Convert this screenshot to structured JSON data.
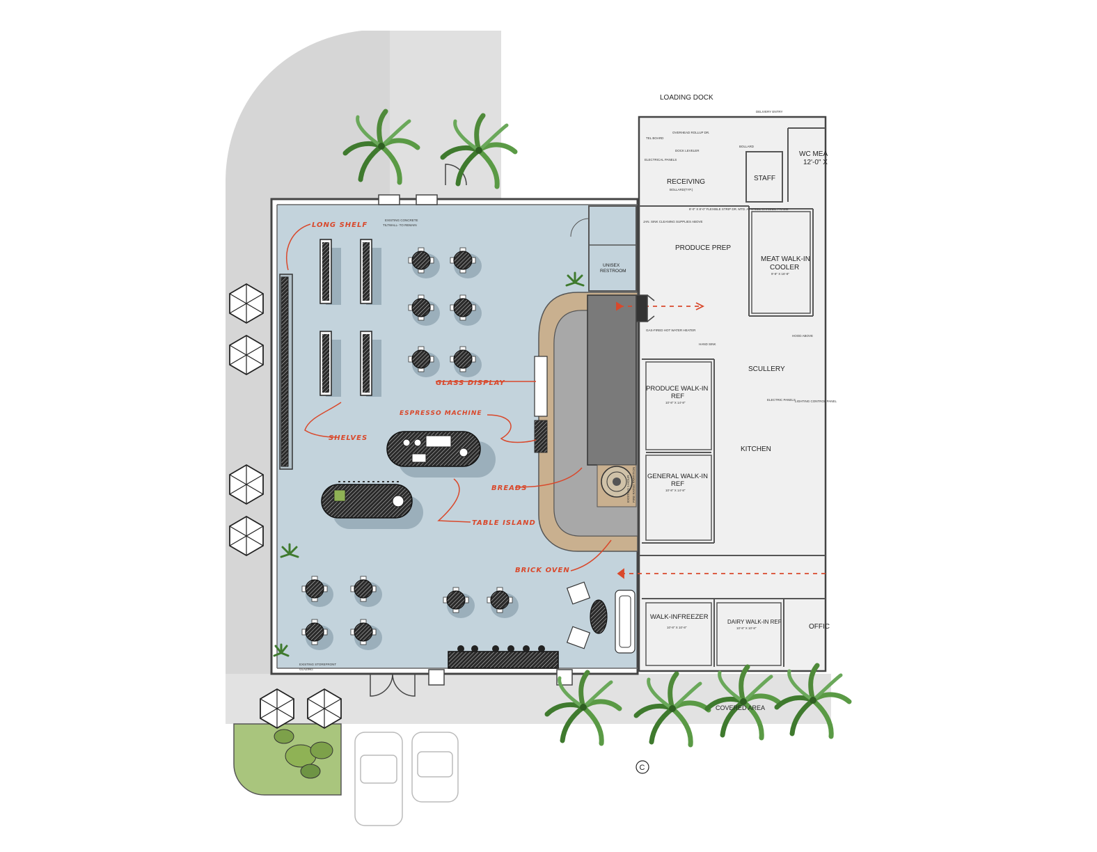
{
  "labels": {
    "loading_dock": "LOADING DOCK",
    "delivery_entry": "DELIVERY ENTRY",
    "receiving": "RECEIVING",
    "staff": "STAFF",
    "wc_meat": "WC MEA",
    "wc_meat_dim": "12'-0\" X",
    "produce_prep": "PRODUCE PREP",
    "meat_cooler_1": "MEAT WALK-IN",
    "meat_cooler_2": "COOLER",
    "meat_cooler_dim": "9'-8\" X 16'-8\"",
    "unisex_1": "UNISEX",
    "unisex_2": "RESTROOM",
    "scullery": "SCULLERY",
    "produce_ref_1": "PRODUCE WALK-IN",
    "produce_ref_2": "REF",
    "produce_ref_dim": "10'-8\" X 14'-8\"",
    "general_ref_1": "GENERAL WALK-IN",
    "general_ref_2": "REF",
    "general_ref_dim": "10'-8\" X 14'-8\"",
    "kitchen": "KITCHEN",
    "walk_in_freezer": "WALK-INFREEZER",
    "walk_in_freezer_dim": "10'-8\" X 10'-8\"",
    "dairy_ref": "DAIRY WALK-IN REF",
    "dairy_ref_dim": "10'-8\" X 10'-8\"",
    "office": "OFFIC",
    "existing_concrete_1": "EXISTING CONCRETE",
    "existing_concrete_2": "TILTWALL- TO REMAIN",
    "existing_storefront_1": "EXISTING STOREFRONT",
    "existing_storefront_2": "GLAZING",
    "partition_1": "EXISTING 1-HOUR",
    "partition_2": "FIRE RATED PARTITION",
    "covered": "COVERED AREA",
    "marker": "C"
  },
  "annotations": {
    "long_shelf": "LONG SHELF",
    "glass_display": "GLASS DISPLAY",
    "espresso_machine": "ESPRESSO MACHINE",
    "shelves": "SHELVES",
    "breads": "BREADS",
    "table_island": "TABLE ISLAND",
    "brick_oven": "BRICK OVEN"
  },
  "small_notes": {
    "overhead_door": "OVERHEAD ROLLUP DR.",
    "dock_leveler": "DOCK LEVELER",
    "tel_board": "TEL BOARD",
    "electrical_panels": "ELECTRICAL PANELS",
    "bollard": "BOLLARD",
    "bollards": "BOLLARD(TYP.)",
    "janitor": "JAN. SINK CLEANING SUPPLIES ABOVE",
    "strip_door": "8'-0\" X 8'-0\" FLEXIBLE STRIP DR. MTD. AT STEEL CHANNEL FRAME",
    "water_heater": "GAS-FIRED HOT WATER HEATER",
    "hand_sink": "HAND SINK",
    "electric_panels": "ELECTRIC PANELS",
    "hood_above": "HOOD ABOVE",
    "lighting_control": "LIGHTING CONTROL PANEL"
  },
  "colors": {
    "floor": "#c3d3dc",
    "paving": "#d6d6d6",
    "wall": "#444444",
    "annotation": "#d9482b",
    "lawn": "#a9c57d",
    "palm": "#4f8a3a",
    "counter": "#c9b08f"
  }
}
